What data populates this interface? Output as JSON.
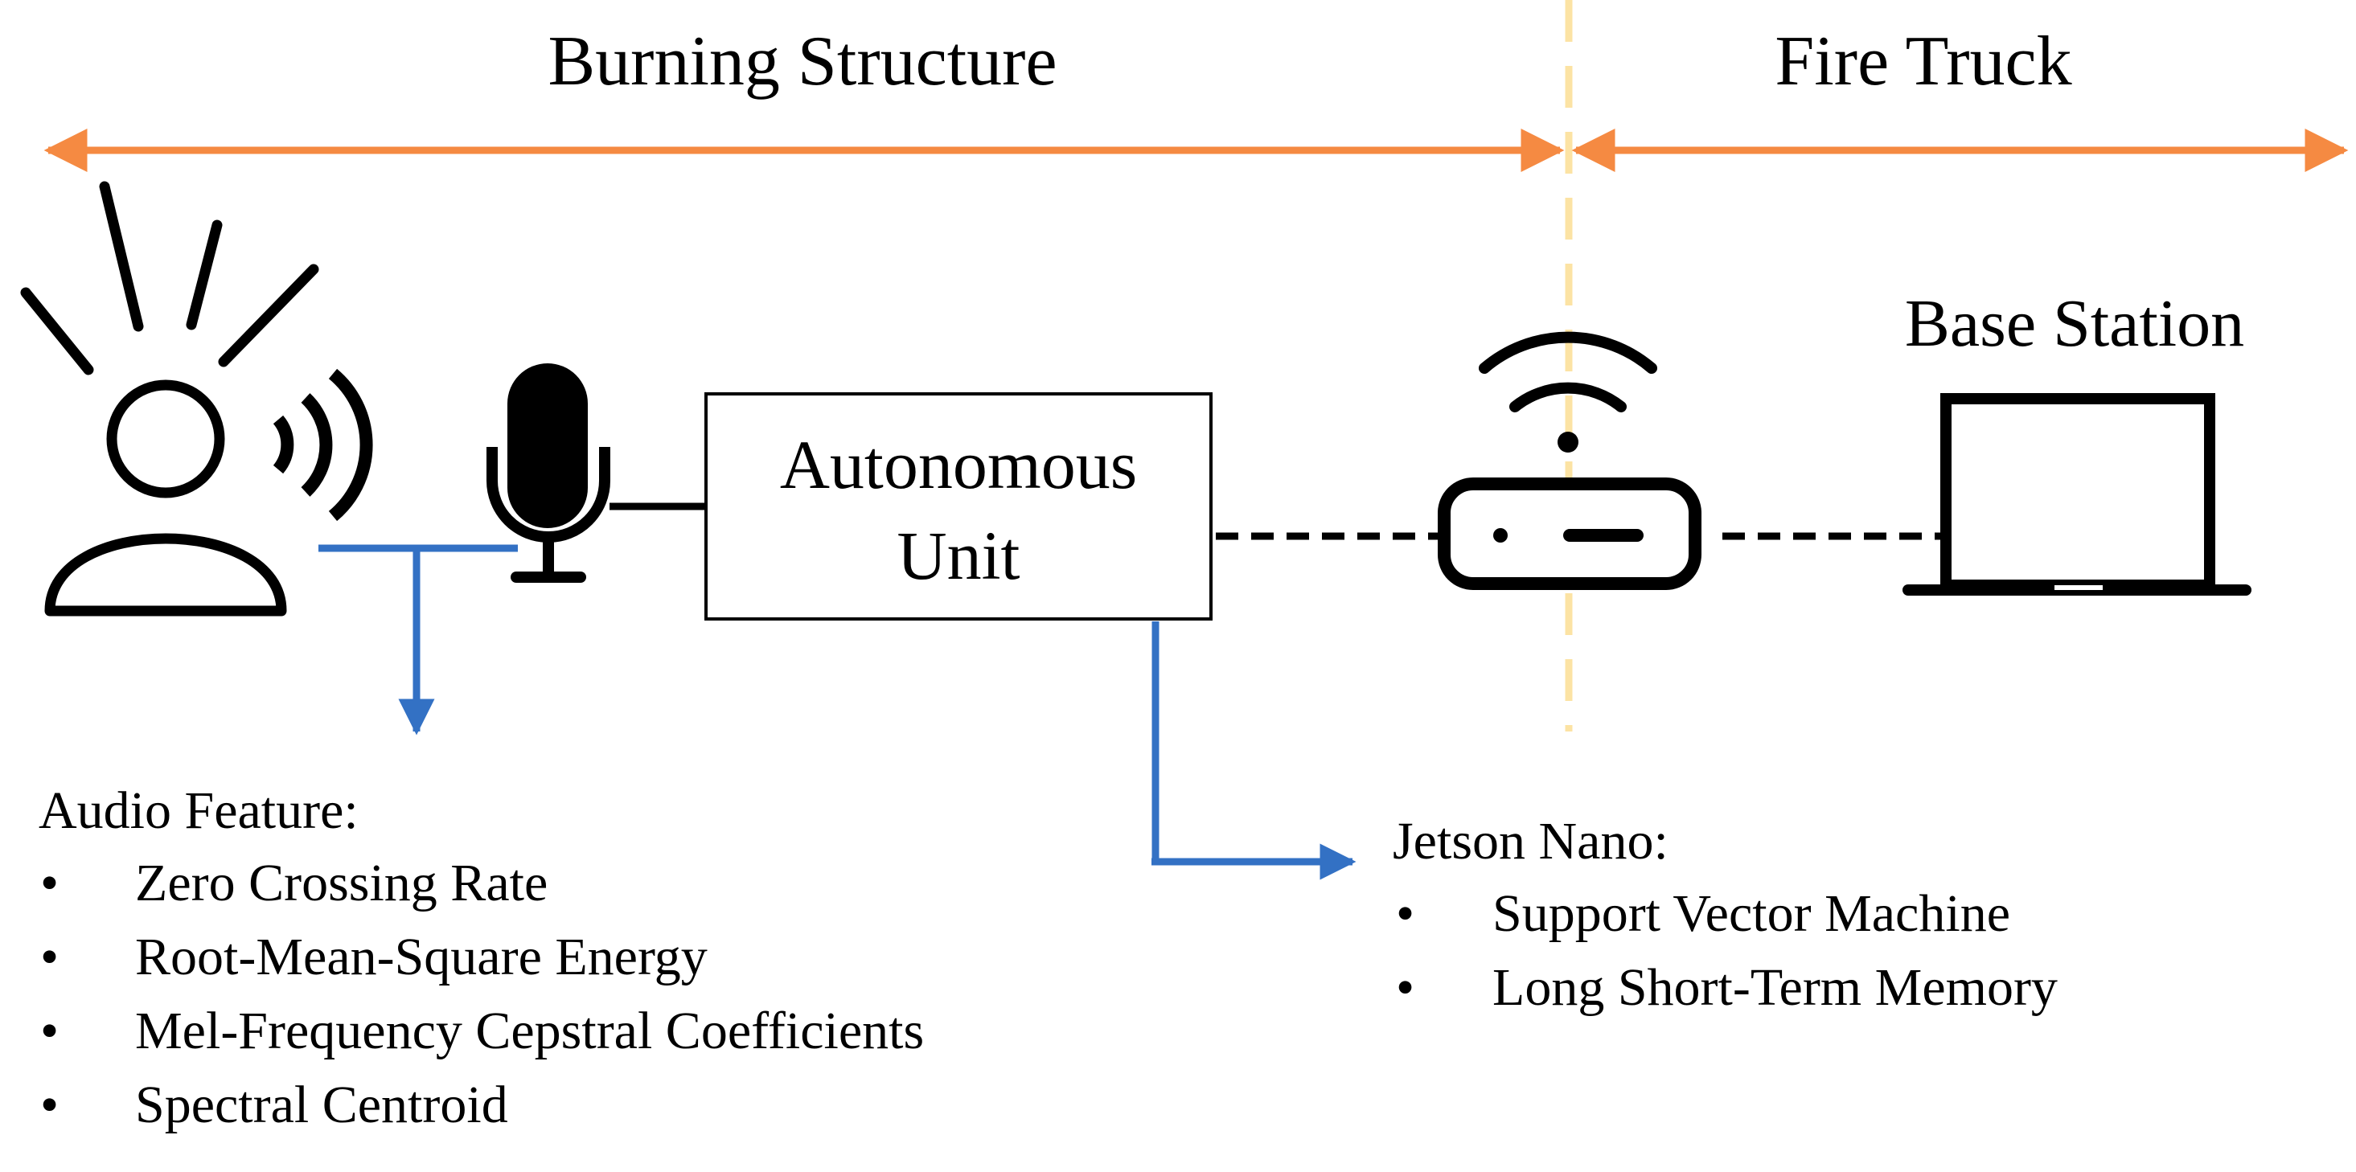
{
  "zones": {
    "left_label": "Burning Structure",
    "right_label": "Fire Truck"
  },
  "nodes": {
    "autonomous_unit": {
      "line1": "Autonomous",
      "line2": "Unit"
    },
    "base_station": "Base Station"
  },
  "audio_features": {
    "title": "Audio Feature:",
    "bullet": "•",
    "items": [
      "Zero Crossing Rate",
      "Root-Mean-Square Energy",
      "Mel-Frequency Cepstral Coefficients",
      "Spectral Centroid"
    ]
  },
  "jetson": {
    "title": "Jetson Nano:",
    "bullet": "•",
    "items": [
      "Support Vector Machine",
      "Long Short-Term Memory"
    ]
  },
  "colors": {
    "zone_arrow": "#F58A42",
    "divider": "#FCE3A4",
    "feature_arrow": "#3371C4",
    "ink": "#000000"
  },
  "icons": [
    "person-shouting-icon",
    "sound-waves-icon",
    "microphone-icon",
    "wifi-router-icon",
    "laptop-icon"
  ]
}
